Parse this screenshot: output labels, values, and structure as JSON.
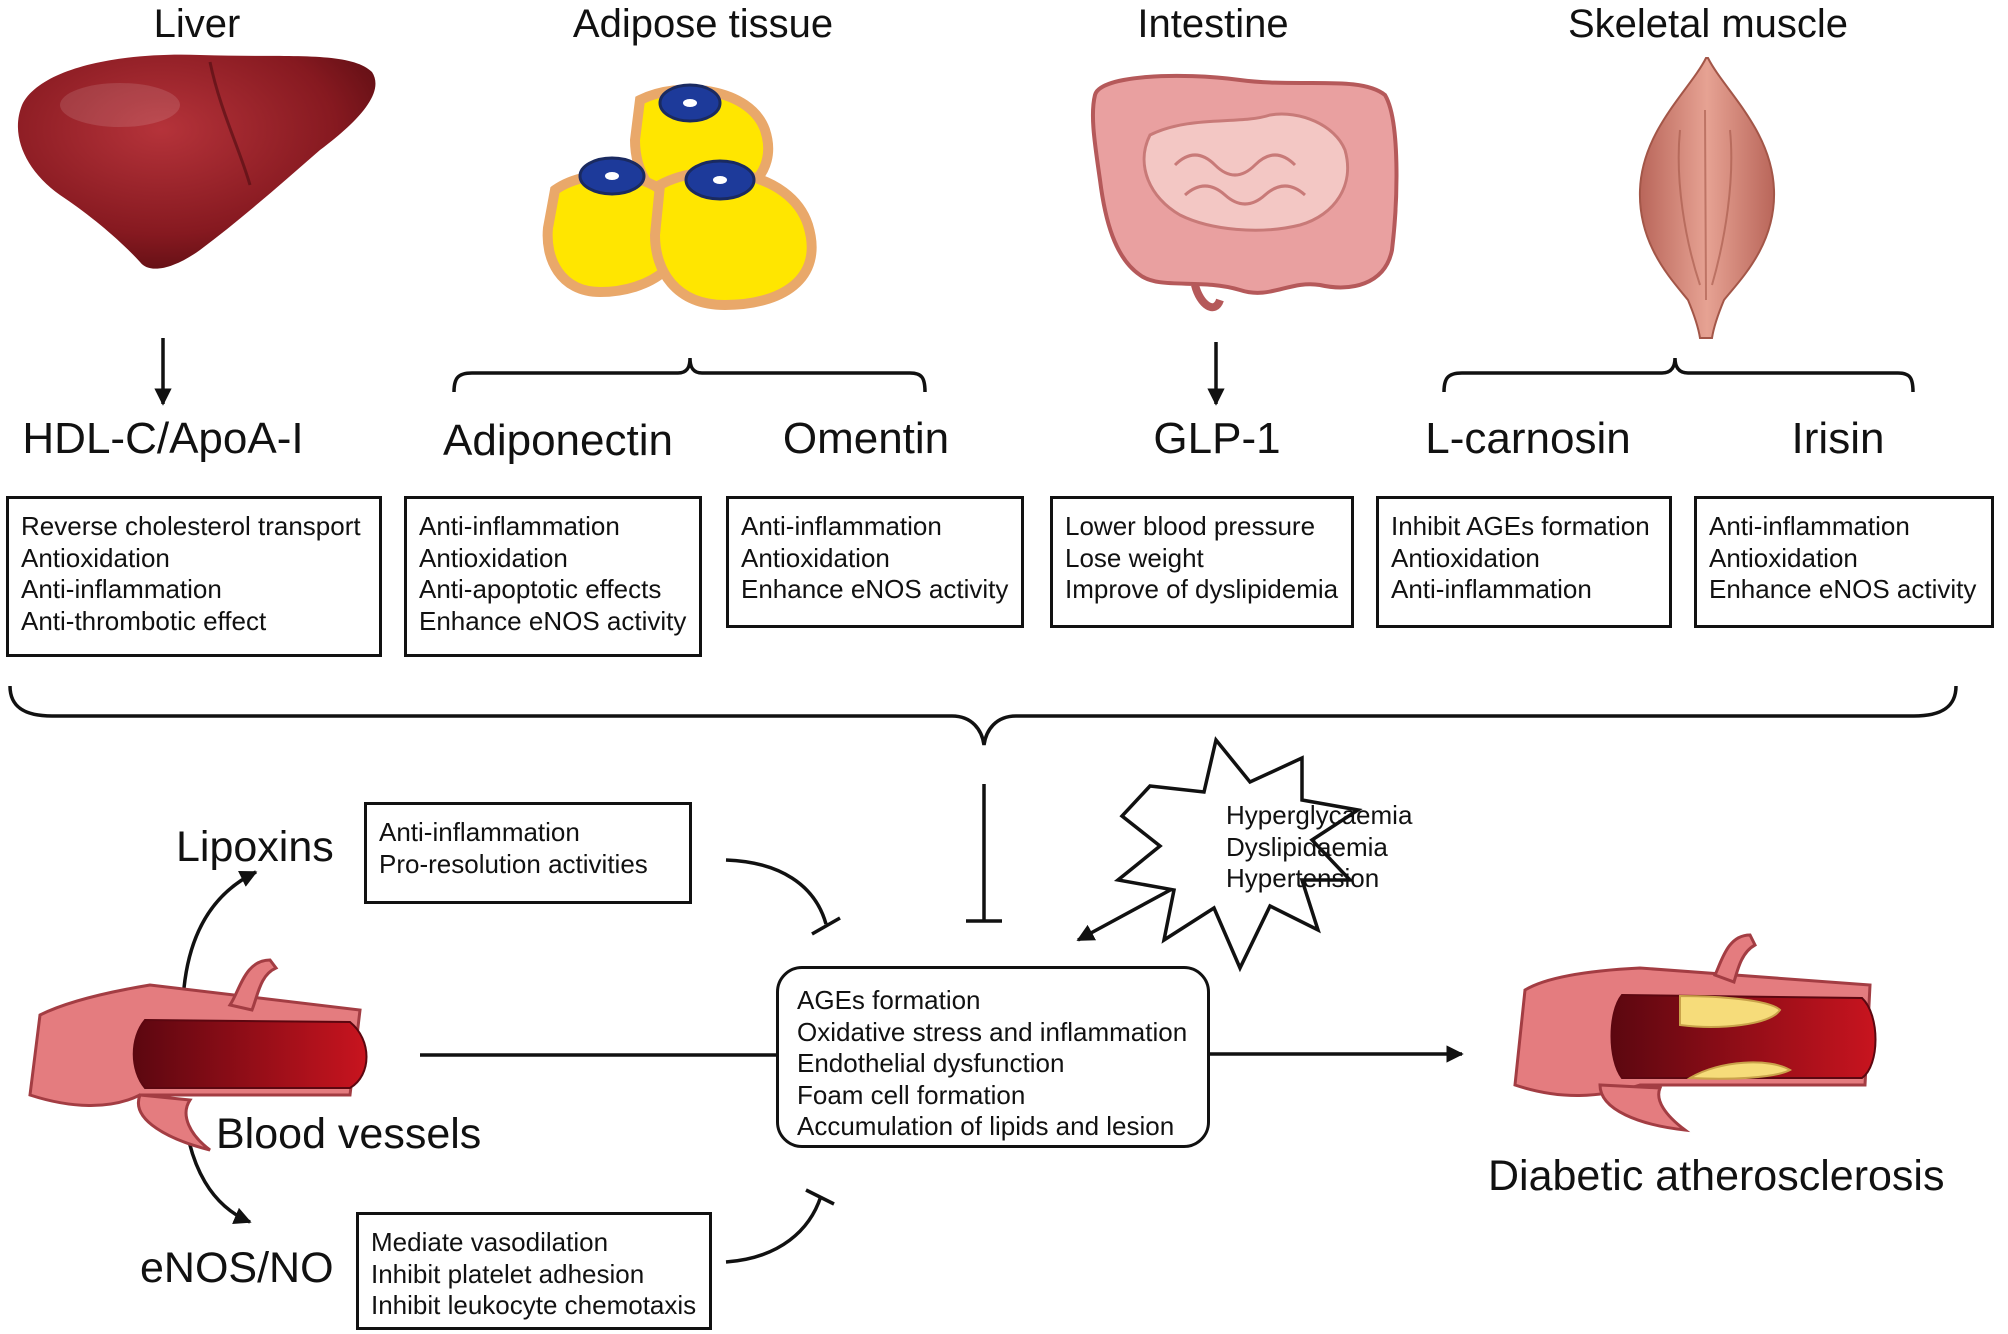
{
  "organs": {
    "liver": "Liver",
    "adipose": "Adipose tissue",
    "intestine": "Intestine",
    "muscle": "Skeletal muscle"
  },
  "molecules": {
    "hdl": "HDL-C/ApoA-I",
    "adiponectin": "Adiponectin",
    "omentin": "Omentin",
    "glp1": "GLP-1",
    "lcarnosin": "L-carnosin",
    "irisin": "Irisin"
  },
  "effects": {
    "hdl": [
      "Reverse cholesterol transport",
      "Antioxidation",
      "Anti-inflammation",
      "Anti-thrombotic effect"
    ],
    "adiponectin": [
      "Anti-inflammation",
      "Antioxidation",
      "Anti-apoptotic effects",
      "Enhance eNOS activity"
    ],
    "omentin": [
      "Anti-inflammation",
      "Antioxidation",
      "Enhance eNOS activity"
    ],
    "glp1": [
      "Lower blood pressure",
      "Lose weight",
      "Improve of dyslipidemia"
    ],
    "lcarnosin": [
      "Inhibit AGEs formation",
      "Antioxidation",
      "Anti-inflammation"
    ],
    "irisin": [
      "Anti-inflammation",
      "Antioxidation",
      "Enhance eNOS activity"
    ]
  },
  "lipoxins": {
    "label": "Lipoxins",
    "effects": [
      "Anti-inflammation",
      "Pro-resolution activities"
    ]
  },
  "enos": {
    "label": "eNOS/NO",
    "effects": [
      "Mediate vasodilation",
      "Inhibit platelet adhesion",
      "Inhibit leukocyte chemotaxis"
    ]
  },
  "blood_vessels": "Blood vessels",
  "risk_factors": [
    "Hyperglycaemia",
    "Dyslipidaemia",
    "Hypertension"
  ],
  "mechanisms": [
    "AGEs formation",
    "Oxidative stress and inflammation",
    "Endothelial dysfunction",
    "Foam cell formation",
    "Accumulation of lipids and lesion"
  ],
  "outcome": "Diabetic atherosclerosis",
  "colors": {
    "liver": "#8b1a1f",
    "fat": "#ffe600",
    "fat_rim": "#e9a86a",
    "nucleus": "#1d3a9a",
    "intestine": "#e9a0a0",
    "muscle": "#d88a78",
    "vessel_wall": "#e47c7f",
    "blood": "#a3101c",
    "plaque": "#f6dc7a"
  }
}
